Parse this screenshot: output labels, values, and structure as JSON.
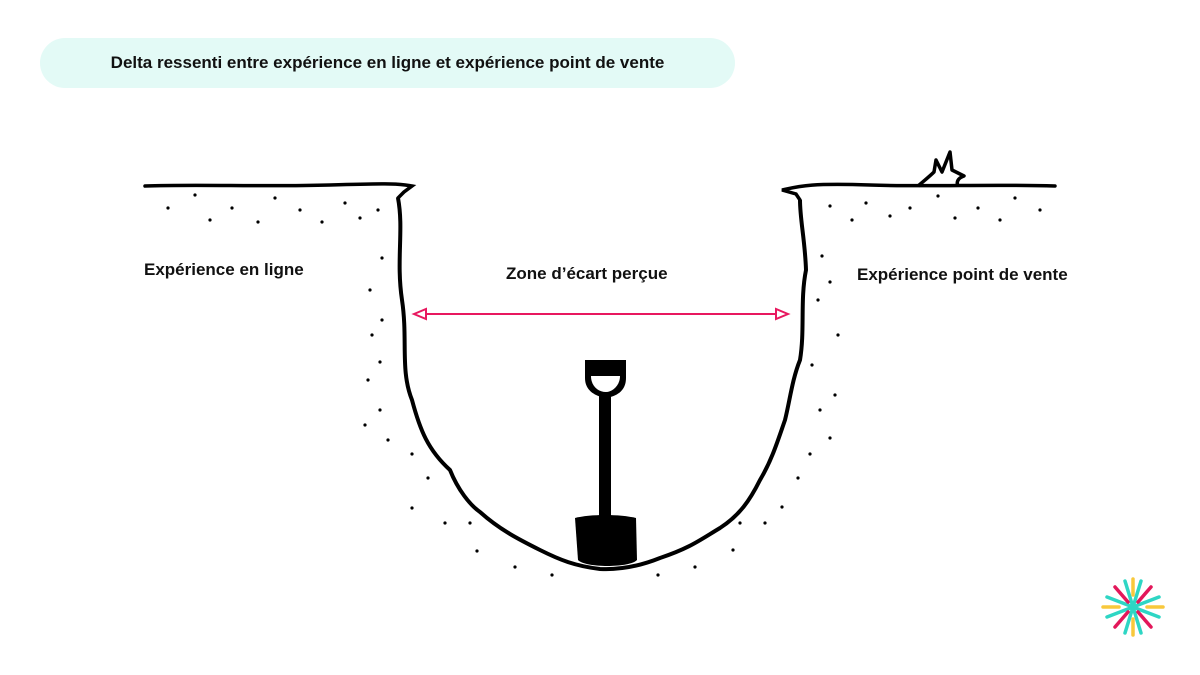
{
  "title": "Delta ressenti entre expérience en ligne et expérience point de vente",
  "labels": {
    "left": "Expérience en ligne",
    "center": "Zone d’écart perçue",
    "right": "Expérience point de vente"
  },
  "colors": {
    "title_bg": "#e3faf6",
    "arrow": "#e8185f",
    "logo_teal": "#2ed6c4",
    "logo_pink": "#e3175a",
    "logo_yellow": "#f8c83c"
  },
  "icons": [
    "shovel-icon",
    "grass-tuft-icon",
    "logo-icon"
  ]
}
